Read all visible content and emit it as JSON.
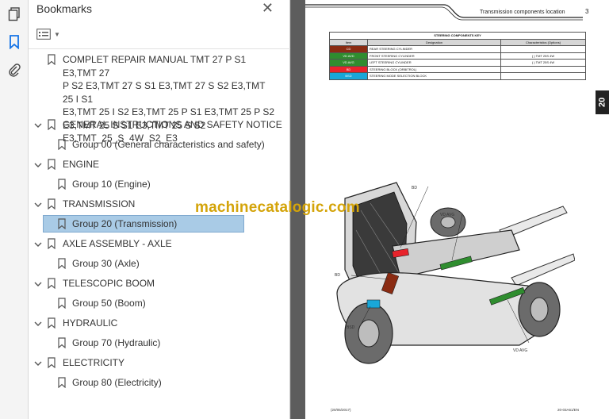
{
  "panel": {
    "title": "Bookmarks",
    "close_glyph": "✕",
    "options_icon": "list-options-icon"
  },
  "rail": {
    "icons": [
      "pages-icon",
      "bookmark-icon",
      "attachment-icon"
    ]
  },
  "bookmarks": [
    {
      "level": 0,
      "expanded": null,
      "label": "COMPLET REPAIR MANUAL  TMT 27 P S1 E3,TMT 27 P S2 E3,TMT 27 S S1 E3,TMT 27 S S2 E3,TMT 25 I S1 E3,TMT 25 I S2 E3,TMT 25 P S1 E3,TMT 25 P S2 E3,TMT 25 S S1 E3,TMT 25 S S2 E3,TMT_25_S_4W_S2_E3",
      "lines": [
        "COMPLET REPAIR MANUAL  TMT 27 P S1 E3,TMT 27",
        "P S2 E3,TMT 27 S S1 E3,TMT 27 S S2 E3,TMT 25 I S1",
        "E3,TMT 25 I S2 E3,TMT 25 P S1 E3,TMT 25 P S2",
        "E3,TMT 25 S S1 E3,TMT 25 S S2",
        "E3,TMT_25_S_4W_S2_E3"
      ]
    },
    {
      "level": 0,
      "expanded": true,
      "label": "GENERAL INSTRUCTIONS AND SAFETY NOTICE"
    },
    {
      "level": 1,
      "label": "Group 00 (General characteristics and safety)"
    },
    {
      "level": 0,
      "expanded": true,
      "label": "ENGINE"
    },
    {
      "level": 1,
      "label": "Group 10 (Engine)"
    },
    {
      "level": 0,
      "expanded": true,
      "label": "TRANSMISSION"
    },
    {
      "level": 1,
      "label": "Group 20 (Transmission)",
      "selected": true
    },
    {
      "level": 0,
      "expanded": true,
      "label": "AXLE ASSEMBLY - AXLE"
    },
    {
      "level": 1,
      "label": "Group 30 (Axle)"
    },
    {
      "level": 0,
      "expanded": true,
      "label": "TELESCOPIC BOOM"
    },
    {
      "level": 1,
      "label": "Group 50 (Boom)"
    },
    {
      "level": 0,
      "expanded": true,
      "label": "HYDRAULIC"
    },
    {
      "level": 1,
      "label": "Group 70 (Hydraulic)"
    },
    {
      "level": 0,
      "expanded": true,
      "label": "ELECTRICITY"
    },
    {
      "level": 1,
      "label": "Group 80 (Electricity)"
    }
  ],
  "document": {
    "header_title": "Transmission components location",
    "page_number": "3",
    "section_tab": "20",
    "table": {
      "caption": "STEERING COMPONENTS KEY",
      "headers": [
        "Item",
        "Designation",
        "Characteristics (Options)"
      ],
      "rows": [
        {
          "item": "CD",
          "designation": "REAR STEERING CYLINDER",
          "char": "",
          "color": "#8a2b12"
        },
        {
          "item": "VD AVD",
          "designation": "FRONT STEERING CYLINDER",
          "char": "( ) TMT 25S 4W",
          "color": "#2f8d2f"
        },
        {
          "item": "VD AVG",
          "designation": "LEFT STEERING CYLINDER",
          "char": "( ) TMT 25S 4W",
          "color": "#2f8d2f"
        },
        {
          "item": "BD",
          "designation": "STEERING BLOCK (ORBITROL)",
          "char": "",
          "color": "#e8232b"
        },
        {
          "item": "BSD",
          "designation": "STEERING MODE SELECTION BLOCK",
          "char": "",
          "color": "#19a7d8"
        }
      ]
    },
    "callouts": [
      "BD",
      "VD AVG",
      "BD",
      "BSD",
      "VD AVG"
    ],
    "footer_left": "(20/05/2017)",
    "footer_right": "20-03A61/EN"
  },
  "watermark": "machinecatalogic.com"
}
